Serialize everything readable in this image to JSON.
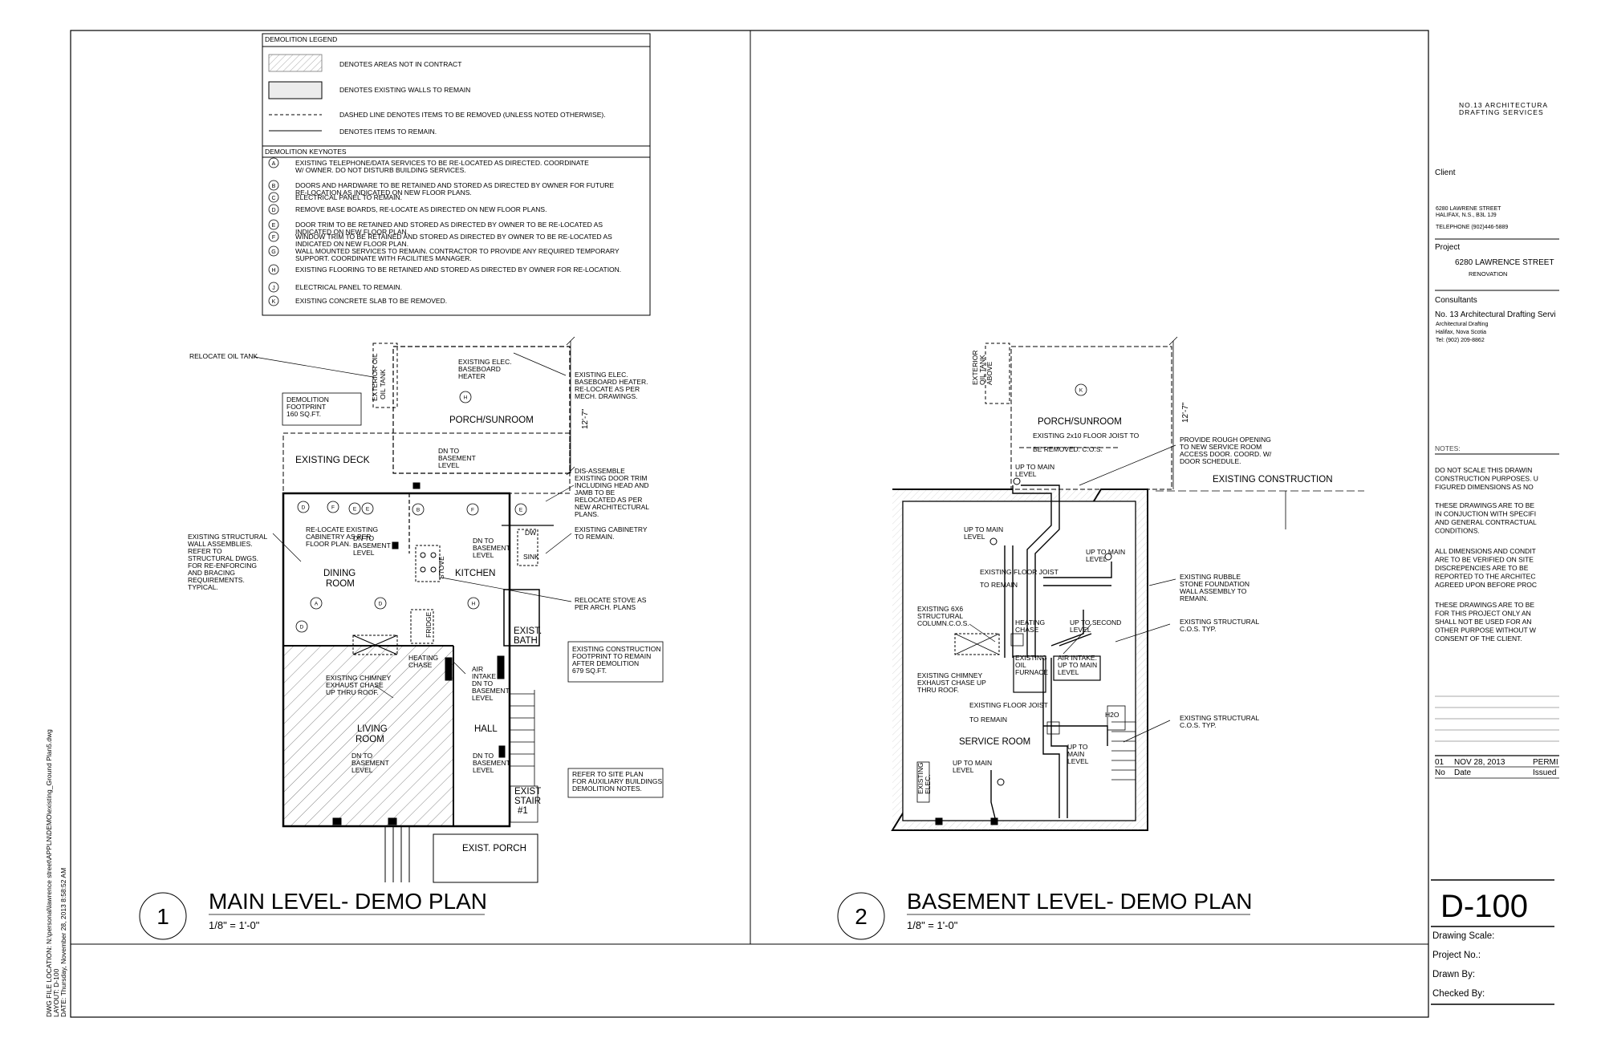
{
  "sheet": {
    "dwg_info": [
      "DWG FILE LOCATION: N:\\personal\\lawrence street\\APPLN\\DEMO\\existing_Ground Plan5.dwg",
      "LAYOUT: D-100",
      "DATE: Thursday, November 28, 2013 8:58:52 AM"
    ]
  },
  "legend": {
    "title": "DEMOLITION LEGEND",
    "items": [
      "DENOTES AREAS NOT IN CONTRACT",
      "DENOTES EXISTING WALLS TO REMAIN",
      "DASHED LINE DENOTES ITEMS TO BE REMOVED (UNLESS NOTED OTHERWISE).",
      "DENOTES ITEMS TO REMAIN."
    ]
  },
  "keynotes": {
    "title": "DEMOLITION KEYNOTES",
    "items": [
      {
        "key": "A",
        "lines": [
          "EXISTING TELEPHONE/DATA SERVICES TO BE RE-LOCATED AS DIRECTED. COORDINATE",
          "W/ OWNER. DO NOT DISTURB BUILDING SERVICES."
        ]
      },
      {
        "key": "B",
        "lines": [
          "DOORS AND HARDWARE TO BE RETAINED AND STORED AS DIRECTED BY OWNER FOR FUTURE",
          "RE-LOCATION AS INDICATED ON NEW FLOOR PLANS."
        ]
      },
      {
        "key": "C",
        "lines": [
          "ELECTRICAL PANEL TO REMAIN."
        ]
      },
      {
        "key": "D",
        "lines": [
          "REMOVE BASE BOARDS, RE-LOCATE AS DIRECTED ON NEW FLOOR PLANS."
        ]
      },
      {
        "key": "E",
        "lines": [
          "DOOR TRIM TO BE RETAINED AND STORED AS DIRECTED BY OWNER TO BE RE-LOCATED AS",
          "INDICATED ON NEW FLOOR PLAN."
        ]
      },
      {
        "key": "F",
        "lines": [
          "WINDOW TRIM TO BE RETAINED AND STORED AS DIRECTED BY OWNER TO BE RE-LOCATED AS",
          "INDICATED ON NEW FLOOR PLAN."
        ]
      },
      {
        "key": "G",
        "lines": [
          "WALL MOUNTED SERVICES TO REMAIN. CONTRACTOR TO PROVIDE ANY REQUIRED TEMPORARY",
          "SUPPORT. COORDINATE WITH FACILITIES MANAGER."
        ]
      },
      {
        "key": "H",
        "lines": [
          "EXISTING FLOORING TO BE RETAINED AND STORED AS DIRECTED BY OWNER FOR RE-LOCATION."
        ]
      },
      {
        "key": "J",
        "lines": [
          "ELECTRICAL PANEL TO REMAIN."
        ]
      },
      {
        "key": "K",
        "lines": [
          "EXISTING CONCRETE SLAB TO BE REMOVED."
        ]
      }
    ]
  },
  "main_plan": {
    "number": "1",
    "title": "MAIN LEVEL- DEMO PLAN",
    "scale": "1/8\" = 1'-0\"",
    "rooms": {
      "porch": "PORCH/SUNROOM",
      "deck": "EXISTING DECK",
      "dining": [
        "DINING",
        "ROOM"
      ],
      "kitchen": "KITCHEN",
      "living": [
        "LIVING",
        "ROOM"
      ],
      "hall": "HALL",
      "bath": [
        "EXIST.",
        "BATH"
      ],
      "stair": [
        "EXIST",
        "STAIR",
        "#1"
      ],
      "exist_porch": "EXIST. PORCH",
      "stove": "STOVE",
      "fridge": "FRIDGE",
      "dw": "DW",
      "sink": "SINK",
      "ext_oil_tank": [
        "EXTERIOR OIL",
        "OIL TANK"
      ]
    },
    "dimension": "12'-7\"",
    "notes": {
      "relocate_oil_tank": "RELOCATE OIL TANK",
      "demo_footprint": [
        "DEMOLITION",
        "FOOTPRINT",
        "160 SQ.FT."
      ],
      "existing_heater": [
        "EXISTING ELEC.",
        "BASEBOARD",
        "HEATER"
      ],
      "heater_relocate": [
        "EXISTING ELEC.",
        "BASEBOARD HEATER.",
        "RE-LOCATE AS PER",
        "MECH. DRAWINGS."
      ],
      "dn_basement_1": [
        "DN TO",
        "BASEMENT",
        "LEVEL"
      ],
      "disassemble": [
        "DIS-ASSEMBLE",
        "EXISTING DOOR TRIM",
        "INCLUDING HEAD AND",
        "JAMB TO BE",
        "RELOCATED AS PER",
        "NEW ARCHITECTURAL",
        "PLANS."
      ],
      "structural_walls": [
        "EXISTING STRUCTURAL",
        "WALL ASSEMBLIES.",
        "REFER TO",
        "STRUCTURAL DWGS.",
        "FOR RE-ENFORCING",
        "AND BRACING",
        "REQUIREMENTS.",
        "TYPICAL."
      ],
      "relocate_cabinetry": [
        "RE-LOCATE EXISTING",
        "CABINETRY AS PER",
        "FLOOR PLAN."
      ],
      "dn_basement_2": [
        "DN TO",
        "BASEMENT",
        "LEVEL"
      ],
      "dn_basement_3": [
        "DN TO",
        "BASEMENT",
        "LEVEL"
      ],
      "cabinetry_remain": [
        "EXISTING CABINETRY",
        "TO REMAIN."
      ],
      "relocate_stove": [
        "RELOCATE STOVE AS",
        "PER ARCH. PLANS"
      ],
      "construction_footprint": [
        "EXISTING CONSTRUCTION",
        "FOOTPRINT TO REMAIN",
        "AFTER DEMOLITION",
        "679 SQ.FT."
      ],
      "heating_chase": [
        "HEATING",
        "CHASE"
      ],
      "air_intake": [
        "AIR",
        "INTAKE",
        "DN TO",
        "BASEMENT",
        "LEVEL"
      ],
      "chimney": [
        "EXISTING CHIMNEY",
        "EXHAUST CHASE",
        "UP THRU ROOF."
      ],
      "dn_basement_4": [
        "DN TO",
        "BASEMENT",
        "LEVEL"
      ],
      "dn_basement_5": [
        "DN TO",
        "BASEMENT",
        "LEVEL"
      ],
      "site_plan": [
        "REFER TO SITE PLAN",
        "FOR AUXILIARY BUILDINGS",
        "DEMOLITION NOTES."
      ]
    }
  },
  "basement_plan": {
    "number": "2",
    "title": "BASEMENT LEVEL- DEMO PLAN",
    "scale": "1/8\" = 1'-0\"",
    "dimension": "12'-7\"",
    "labels": {
      "ext_oil_tank": [
        "EXTERIOR",
        "OIL TANK",
        "ABOVE"
      ],
      "porch": "PORCH/SUNROOM",
      "floor_joist": [
        "EXISTING 2x10 FLOOR JOIST TO",
        "BE REMOVED. C.O.S."
      ],
      "rough_opening": [
        "PROVIDE ROUGH OPENING",
        "TO NEW SERVICE ROOM",
        "ACCESS DOOR. COORD. W/",
        "DOOR SCHEDULE."
      ],
      "existing_construction": "EXISTING CONSTRUCTION",
      "up_main_1": [
        "UP TO MAIN",
        "LEVEL"
      ],
      "up_main_2": [
        "UP TO MAIN",
        "LEVEL"
      ],
      "up_main_3": [
        "UP TO MAIN",
        "LEVEL"
      ],
      "floor_joist_remain_1": [
        "EXISTING FLOOR JOIST",
        "TO REMAIN"
      ],
      "rubble": [
        "EXISTING RUBBLE",
        "STONE FOUNDATION",
        "WALL ASSEMBLY TO",
        "REMAIN."
      ],
      "column": [
        "EXISTING 6X6",
        "STRUCTURAL",
        "COLUMN.C.O.S."
      ],
      "heating_chase": [
        "HEATING",
        "CHASE"
      ],
      "up_second": [
        "UP TO SECOND",
        "LEVEL"
      ],
      "structural_cos_1": [
        "EXISTING STRUCTURAL",
        "C.O.S. TYP."
      ],
      "furnace": [
        "EXISTING",
        "OIL",
        "FURNACE"
      ],
      "air_intake": [
        "AIR INTAKE.",
        "UP TO MAIN",
        "LEVEL"
      ],
      "chimney": [
        "EXISTING CHIMNEY",
        "EXHAUST CHASE UP",
        "THRU ROOF."
      ],
      "h2o": "H2O",
      "floor_joist_remain_2": [
        "EXISTING FLOOR JOIST",
        "TO REMAIN"
      ],
      "structural_cos_2": [
        "EXISTING STRUCTURAL",
        "C.O.S. TYP."
      ],
      "service_room": "SERVICE ROOM",
      "up_main_4": [
        "UP TO",
        "MAIN",
        "LEVEL"
      ],
      "existing_elec": [
        "EXISTING",
        "ELEC."
      ],
      "up_main_5": [
        "UP TO MAIN",
        "LEVEL"
      ]
    }
  },
  "title_block": {
    "firm": [
      "NO.13 ARCHITECTURA",
      "DRAFTING SERVICES"
    ],
    "client_label": "Client",
    "client_lines": [
      "6280 LAWRENE STREET",
      "HALIFAX, N.S., B3L 1J9"
    ],
    "client_phone": "TELEPHONE (902)446-5889",
    "project_label": "Project",
    "project_name": "6280 LAWRENCE STREET",
    "project_sub": "RENOVATION",
    "consultants_label": "Consultants",
    "consultant_name": "No. 13 Architectural Drafting Servi",
    "consultant_lines": [
      "Architectural Drafting",
      "Halifax, Nova Scotia",
      "Tel:    (902) 209-8862"
    ],
    "notes_label": "NOTES:",
    "notes": [
      [
        "DO NOT SCALE THIS DRAWIN",
        "CONSTRUCTION PURPOSES. U",
        "FIGURED DIMENSIONS AS NO"
      ],
      [
        "THESE DRAWINGS ARE TO BE",
        "IN CONJUCTION WITH SPECIFI",
        "AND GENERAL CONTRACTUAL",
        "CONDITIONS."
      ],
      [
        "ALL DIMENSIONS AND CONDIT",
        "ARE TO BE VERIFIED ON SITE",
        "DISCREPENCIES ARE TO BE",
        "REPORTED TO THE ARCHITEC",
        "AGREED UPON BEFORE PROC"
      ],
      [
        "THESE DRAWINGS ARE TO BE",
        "FOR THIS PROJECT ONLY AN",
        "SHALL NOT BE USED FOR AN",
        "OTHER PURPOSE WITHOUT W",
        "CONSENT OF THE CLIENT."
      ]
    ],
    "revision": {
      "no": "01",
      "date": "NOV 28, 2013",
      "issued": "PERMI"
    },
    "revision_headers": {
      "no": "No",
      "date": "Date",
      "issued": "Issued"
    },
    "sheet_number": "D-100",
    "fields": [
      "Drawing Scale:",
      "Project No.:",
      "Drawn By:",
      "Checked By:"
    ]
  }
}
